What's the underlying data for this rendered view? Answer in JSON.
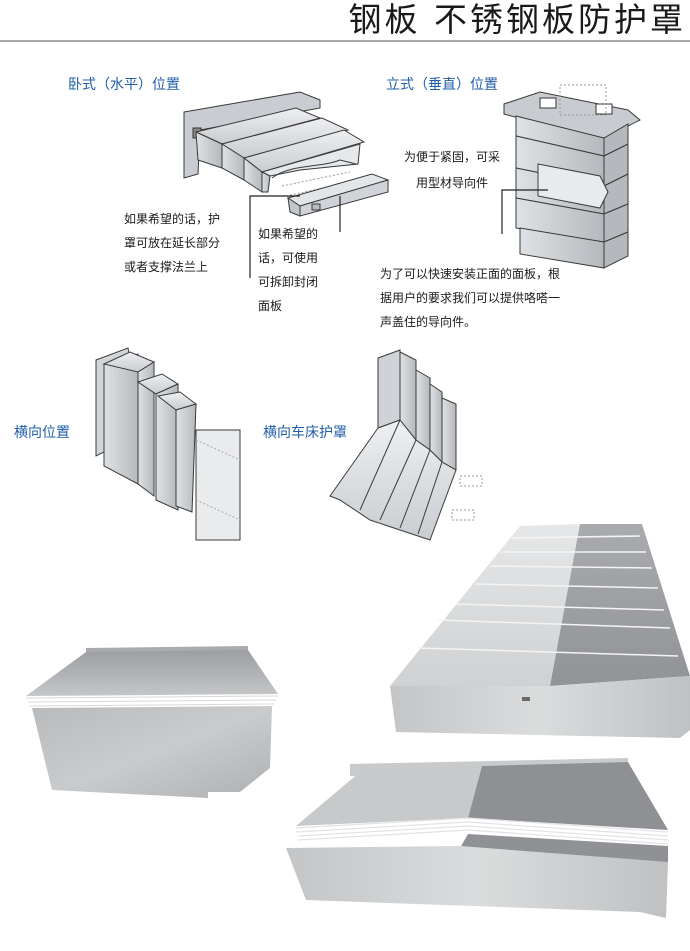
{
  "header": {
    "title": "钢板  不锈钢板防护罩"
  },
  "sections": {
    "horizontal": {
      "label": "卧式（水平）位置",
      "note_left": [
        "如果希望的话，护",
        "罩可放在延长部分",
        "或者支撑法兰上"
      ],
      "note_right": [
        "如果希望的",
        "话，可使用",
        "可拆卸封闭",
        "面板"
      ]
    },
    "vertical": {
      "label": "立式（垂直）位置",
      "note_guide": [
        "为便于紧固，可采",
        "用型材导向件"
      ],
      "note_bottom": [
        "为了可以快速安装正面的面板，根",
        "据用户的要求我们可以提供咯嗒一",
        "声盖住的导向件。"
      ]
    },
    "lateral": {
      "label": "横向位置"
    },
    "lathe": {
      "label": "横向车床护罩"
    }
  },
  "photos": [
    {
      "name": "long-telescopic-cover-photo"
    },
    {
      "name": "box-telescopic-cover-photo"
    },
    {
      "name": "angled-telescopic-cover-photo"
    }
  ],
  "colors": {
    "label_blue": "#1f5ea8",
    "text": "#1a1a1a",
    "rule": "#a8a8a8",
    "steel_light": "#d4d6d8",
    "steel_dark": "#8e9094"
  }
}
